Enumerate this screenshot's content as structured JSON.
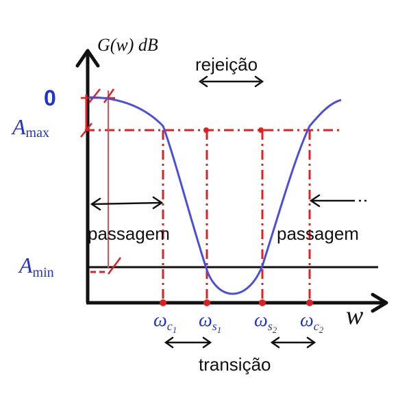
{
  "labels": {
    "y_axis": "G(w) dB",
    "x_axis": "w",
    "zero": "0",
    "a_max_main": "A",
    "a_max_sub": "max",
    "a_min_main": "A",
    "a_min_sub": "min",
    "rejection": "rejeição",
    "pass_left": "passagem",
    "pass_right": "passagem",
    "transition": "transição",
    "omega": "ω",
    "wc1_sub": "c",
    "wc1_idx": "1",
    "ws1_sub": "s",
    "ws1_idx": "1",
    "ws2_sub": "s",
    "ws2_idx": "2",
    "wc2_sub": "c",
    "wc2_idx": "2"
  },
  "colors": {
    "axis": "#111111",
    "curve": "#4a4ee0",
    "guide": "#e02020",
    "label_blue": "#2233cc"
  }
}
